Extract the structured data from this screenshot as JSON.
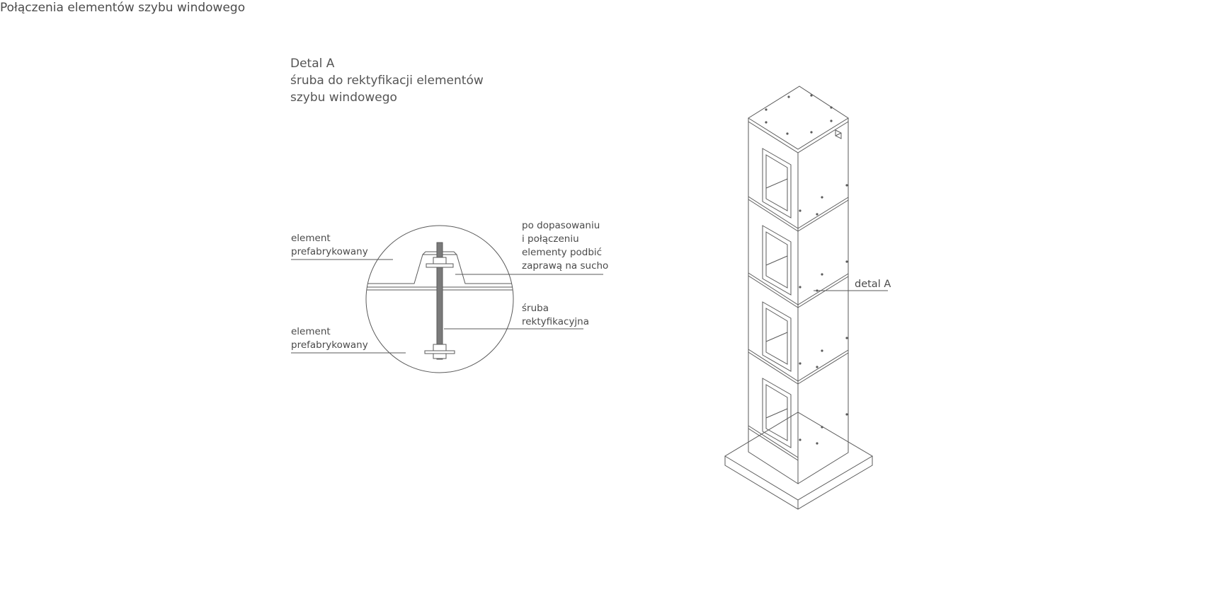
{
  "page": {
    "title": "Połączenia elementów szybu windowego"
  },
  "detail": {
    "heading_lines": [
      "Detal A",
      "śruba do rektyfikacji elementów",
      "szybu windowego"
    ]
  },
  "labels": {
    "upper_element": [
      "element",
      "prefabrykowany"
    ],
    "lower_element": [
      "element",
      "prefabrykowany"
    ],
    "mortar_note": [
      "po dopasowaniu",
      "i połączeniu",
      "elementy podbić",
      "zaprawą na sucho"
    ],
    "screw": [
      "śruba",
      "rektyfikacyjna"
    ],
    "detail_ref": "detal A"
  },
  "colors": {
    "line": "#5a5a5a",
    "text": "#4a4a4a",
    "background": "#ffffff"
  }
}
